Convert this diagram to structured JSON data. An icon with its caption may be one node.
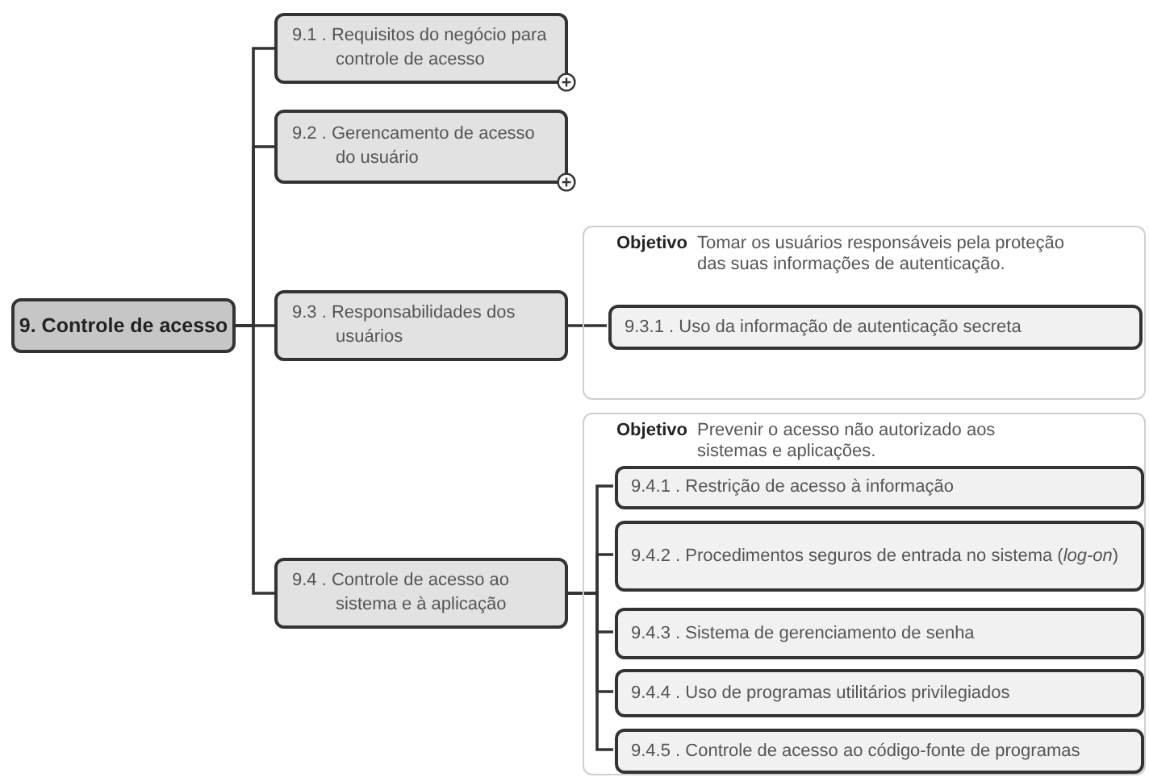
{
  "diagram": {
    "nodes": [
      {
        "text": [
          "9. Controle de acesso"
        ]
      },
      {
        "text": [
          "9.1 . Requisitos do negócio para controle de acesso"
        ]
      },
      {
        "text": [
          "9.2 . Gerencamento de acesso do usuário"
        ]
      },
      {
        "text": [
          "9.3 . Responsabilidades dos usuários"
        ]
      },
      {
        "text": [
          "Objetivo",
          "Tomar os usuários responsáveis pela proteção das suas informações de autenticação."
        ]
      },
      {
        "text": [
          "9.3.1 . Uso da informação de autenticação secreta"
        ],
        "in": 4
      },
      {
        "text": [
          "9.4 . Controle de acesso ao sistema e à aplicação"
        ]
      },
      {
        "text": [
          "Objetivo",
          "Prevenir o acesso não autorizado aos sistemas e aplicações."
        ]
      },
      {
        "text": [
          "9.4.1 . Restrição de acesso à informação"
        ],
        "in": 7
      },
      {
        "text": [
          "9.4.2 . Procedimentos seguros de entrada no sistema (*log-on*)"
        ],
        "in": 7
      },
      {
        "text": [
          "9.4.3 . Sistema de gerenciamento de senha"
        ],
        "in": 7
      },
      {
        "text": [
          "9.4.4 . Uso de programas utilitários privilegiados"
        ],
        "in": 7
      },
      {
        "text": [
          "9.4.5 . Controle de acesso ao código-fonte de programas"
        ],
        "in": 7
      }
    ],
    "edges": [
      {
        "from": 0,
        "to": 1,
        "arrow": "none"
      },
      {
        "from": 0,
        "to": 2,
        "arrow": "none"
      },
      {
        "from": 0,
        "to": 3,
        "arrow": "none"
      },
      {
        "from": 0,
        "to": 6,
        "arrow": "none"
      },
      {
        "from": 3,
        "to": 5,
        "arrow": "none"
      },
      {
        "from": 6,
        "to": 8,
        "arrow": "none"
      },
      {
        "from": 6,
        "to": 9,
        "arrow": "none"
      },
      {
        "from": 6,
        "to": 10,
        "arrow": "none"
      },
      {
        "from": 6,
        "to": 11,
        "arrow": "none"
      },
      {
        "from": 6,
        "to": 12,
        "arrow": "none"
      }
    ]
  }
}
